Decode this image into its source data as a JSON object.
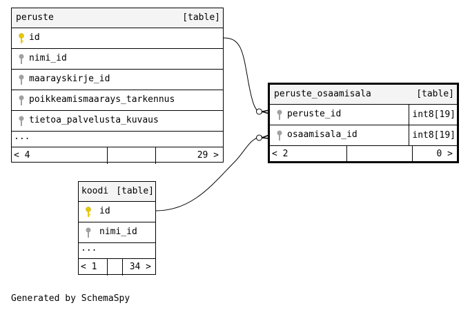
{
  "tables": {
    "peruste": {
      "name": "peruste",
      "tag": "[table]",
      "columns": [
        {
          "name": "id",
          "key": "primary"
        },
        {
          "name": "nimi_id",
          "key": "none"
        },
        {
          "name": "maarayskirje_id",
          "key": "none"
        },
        {
          "name": "poikkeamismaarays_tarkennus",
          "key": "none"
        },
        {
          "name": "tietoa_palvelusta_kuvaus",
          "key": "none"
        }
      ],
      "more": "...",
      "parents": "< 4",
      "children": "29 >"
    },
    "peruste_osaamisala": {
      "name": "peruste_osaamisala",
      "tag": "[table]",
      "columns": [
        {
          "name": "peruste_id",
          "type": "int8[19]",
          "key": "foreign"
        },
        {
          "name": "osaamisala_id",
          "type": "int8[19]",
          "key": "foreign"
        }
      ],
      "parents": "< 2",
      "children": "0 >"
    },
    "koodi": {
      "name": "koodi",
      "tag": "[table]",
      "columns": [
        {
          "name": "id",
          "key": "primary"
        },
        {
          "name": "nimi_id",
          "key": "none"
        }
      ],
      "more": "...",
      "parents": "< 1",
      "children": "34 >"
    }
  },
  "relationships": [
    {
      "from": "peruste.id",
      "to": "peruste_osaamisala.peruste_id"
    },
    {
      "from": "koodi.id",
      "to": "peruste_osaamisala.osaamisala_id"
    }
  ],
  "colors": {
    "primary_key": "#e6c800",
    "other_key": "#a0a0a0",
    "header_bg": "#f4f4f4"
  },
  "footer": "Generated by SchemaSpy"
}
